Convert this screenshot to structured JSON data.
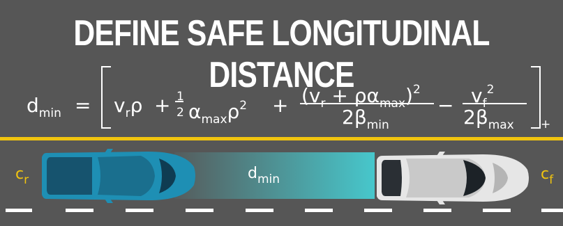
{
  "title": "DEFINE SAFE LONGITUDINAL DISTANCE",
  "formula": {
    "lhs_var": "d",
    "lhs_sub": "min",
    "equals": "=",
    "t1_v": "v",
    "t1_sub": "r",
    "t1_rho": "ρ",
    "plus1": "+",
    "half_num": "1",
    "half_den": "2",
    "t2_alpha": "α",
    "t2_sub": "max",
    "t2_rho": "ρ",
    "t2_sup": "2",
    "plus2": "+",
    "frac1_num_open": "(v",
    "frac1_num_vsub": "r",
    "frac1_num_mid": " + ρα",
    "frac1_num_asub": "max",
    "frac1_num_close": ")",
    "frac1_num_sup": "2",
    "frac1_den": "2β",
    "frac1_den_sub": "min",
    "minus": "−",
    "frac2_num": "v",
    "frac2_num_sub": "f",
    "frac2_num_sup": "2",
    "frac2_den": "2β",
    "frac2_den_sub": "max",
    "plus_sub": "+"
  },
  "scene": {
    "rear_car_label": "c",
    "rear_car_sub": "r",
    "front_car_label": "c",
    "front_car_sub": "f",
    "gap_label": "d",
    "gap_sub": "min"
  },
  "colors": {
    "background": "#565656",
    "lane_line": "#f1c40f",
    "rear_car": "#1e8fb4",
    "front_car": "#e6e6e6",
    "gap": "#46cdd2"
  }
}
